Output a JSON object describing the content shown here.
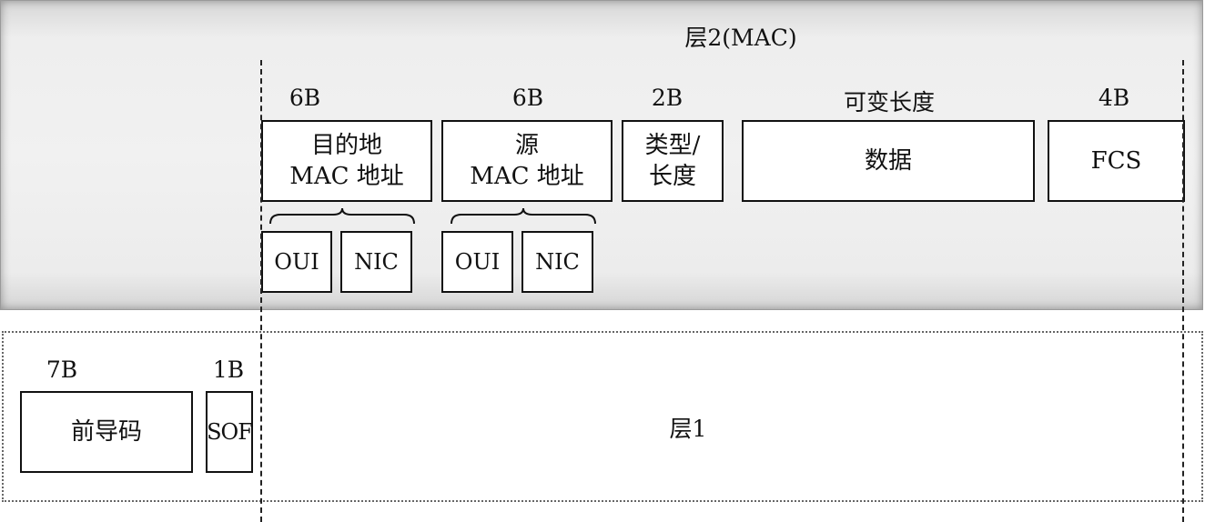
{
  "layer2": {
    "title": "层2(MAC)",
    "sizes": {
      "dest": "6B",
      "src": "6B",
      "type": "2B",
      "data": "可变长度",
      "fcs": "4B"
    },
    "fields": {
      "dest": {
        "line1": "目的地",
        "line2": "MAC 地址"
      },
      "src": {
        "line1": "源",
        "line2": "MAC 地址"
      },
      "type": {
        "line1": "类型/",
        "line2": "长度"
      },
      "data": "数据",
      "fcs": "FCS"
    },
    "sub_fields": {
      "dest": [
        "OUI",
        "NIC"
      ],
      "src": [
        "OUI",
        "NIC"
      ]
    }
  },
  "layer1": {
    "title": "层1",
    "sizes": {
      "preamble": "7B",
      "sof": "1B"
    },
    "fields": {
      "preamble": "前导码",
      "sof": "SOF"
    }
  }
}
